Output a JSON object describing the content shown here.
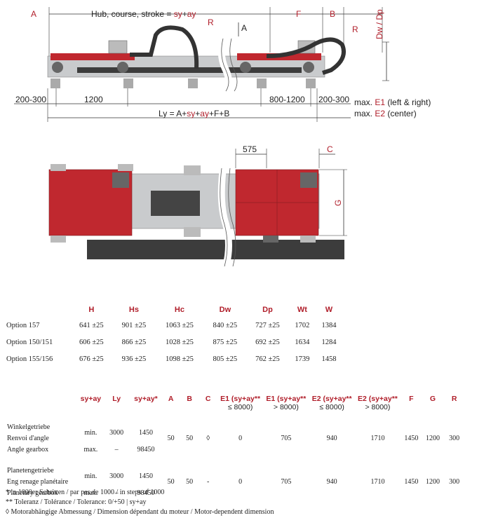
{
  "dims": {
    "A": "A",
    "hub": "Hub, course, stroke = ",
    "sy": "sy",
    "plus": "+",
    "ay": "ay",
    "F": "F",
    "B": "B",
    "R": "R",
    "A_arrow": "A",
    "dwdp": "Dw / Dp",
    "d200_300": "200-300",
    "d1200": "1200",
    "d800_1200": "800-1200",
    "maxE1_pre": "max. ",
    "E1": "E1",
    "maxE1_post": " (left & right)",
    "maxE2_pre": "max. ",
    "E2": "E2",
    "maxE2_post": " (center)",
    "ly_pre": "Ly = A+",
    "ly_post": "+F+B",
    "d575": "575",
    "C": "C",
    "G": "G"
  },
  "table1": {
    "headers": [
      "",
      "H",
      "Hs",
      "Hc",
      "Dw",
      "Dp",
      "Wt",
      "W"
    ],
    "rows": [
      [
        "Option 157",
        "641 ±25",
        "901 ±25",
        "1063 ±25",
        "840 ±25",
        "727 ±25",
        "1702",
        "1384"
      ],
      [
        "Option 150/151",
        "606 ±25",
        "866 ±25",
        "1028 ±25",
        "875 ±25",
        "692 ±25",
        "1634",
        "1284"
      ],
      [
        "Option 155/156",
        "676 ±25",
        "936 ±25",
        "1098 ±25",
        "805 ±25",
        "762 ±25",
        "1739",
        "1458"
      ]
    ]
  },
  "table2": {
    "headers": {
      "syay": "sy+ay",
      "ly": "Ly",
      "syay_star": "sy+ay*",
      "a": "A",
      "b": "B",
      "c": "C",
      "e1a_red": "E1 (sy+ay**",
      "e1a_blk": "≤ 8000)",
      "e1b_red": "E1 (sy+ay**",
      "e1b_blk": "> 8000)",
      "e2a_red": "E2 (sy+ay**",
      "e2a_blk": "≤ 8000)",
      "e2b_red": "E2 (sy+ay**",
      "e2b_blk": "> 8000)",
      "f": "F",
      "g": "G",
      "r": "R"
    },
    "group1": {
      "names": [
        "Winkelgetriebe",
        "Renvoi d'angle",
        "Angle gearbox"
      ],
      "min": "min.",
      "max": "max.",
      "ly_min": "3000",
      "ly_max": "–",
      "syay_min": "1450",
      "syay_max": "98450",
      "a": "50",
      "b": "50",
      "c": "◊",
      "e1a": "0",
      "e1b": "705",
      "e2a": "940",
      "e2b": "1710",
      "f": "1450",
      "g": "1200",
      "r": "300"
    },
    "group2": {
      "names": [
        "Planetengetriebe",
        "Eng renage planétaire",
        "Planetary gearbox"
      ],
      "min": "min.",
      "max": "max.",
      "ly_min": "3000",
      "ly_max": "–",
      "syay_min": "1450",
      "syay_max": "98450",
      "a": "50",
      "b": "50",
      "c": "-",
      "e1a": "0",
      "e1b": "705",
      "e2a": "940",
      "e2b": "1710",
      "f": "1450",
      "g": "1200",
      "r": "300"
    }
  },
  "notes": [
    "* in 1000er Schritten / par pas de 1000 / in steps of 1000",
    "** Toleranz / Tolérance / Tolerance: 0/+50 | sy+ay",
    "◊ Motorabhängige Abmessung / Dimension dépendant du moteur / Motor-dependent dimension"
  ],
  "colors": {
    "accent": "#b01e2a",
    "carriage": "#c0282f",
    "beam": "#c9cbcd",
    "base": "#3c3c3c"
  }
}
